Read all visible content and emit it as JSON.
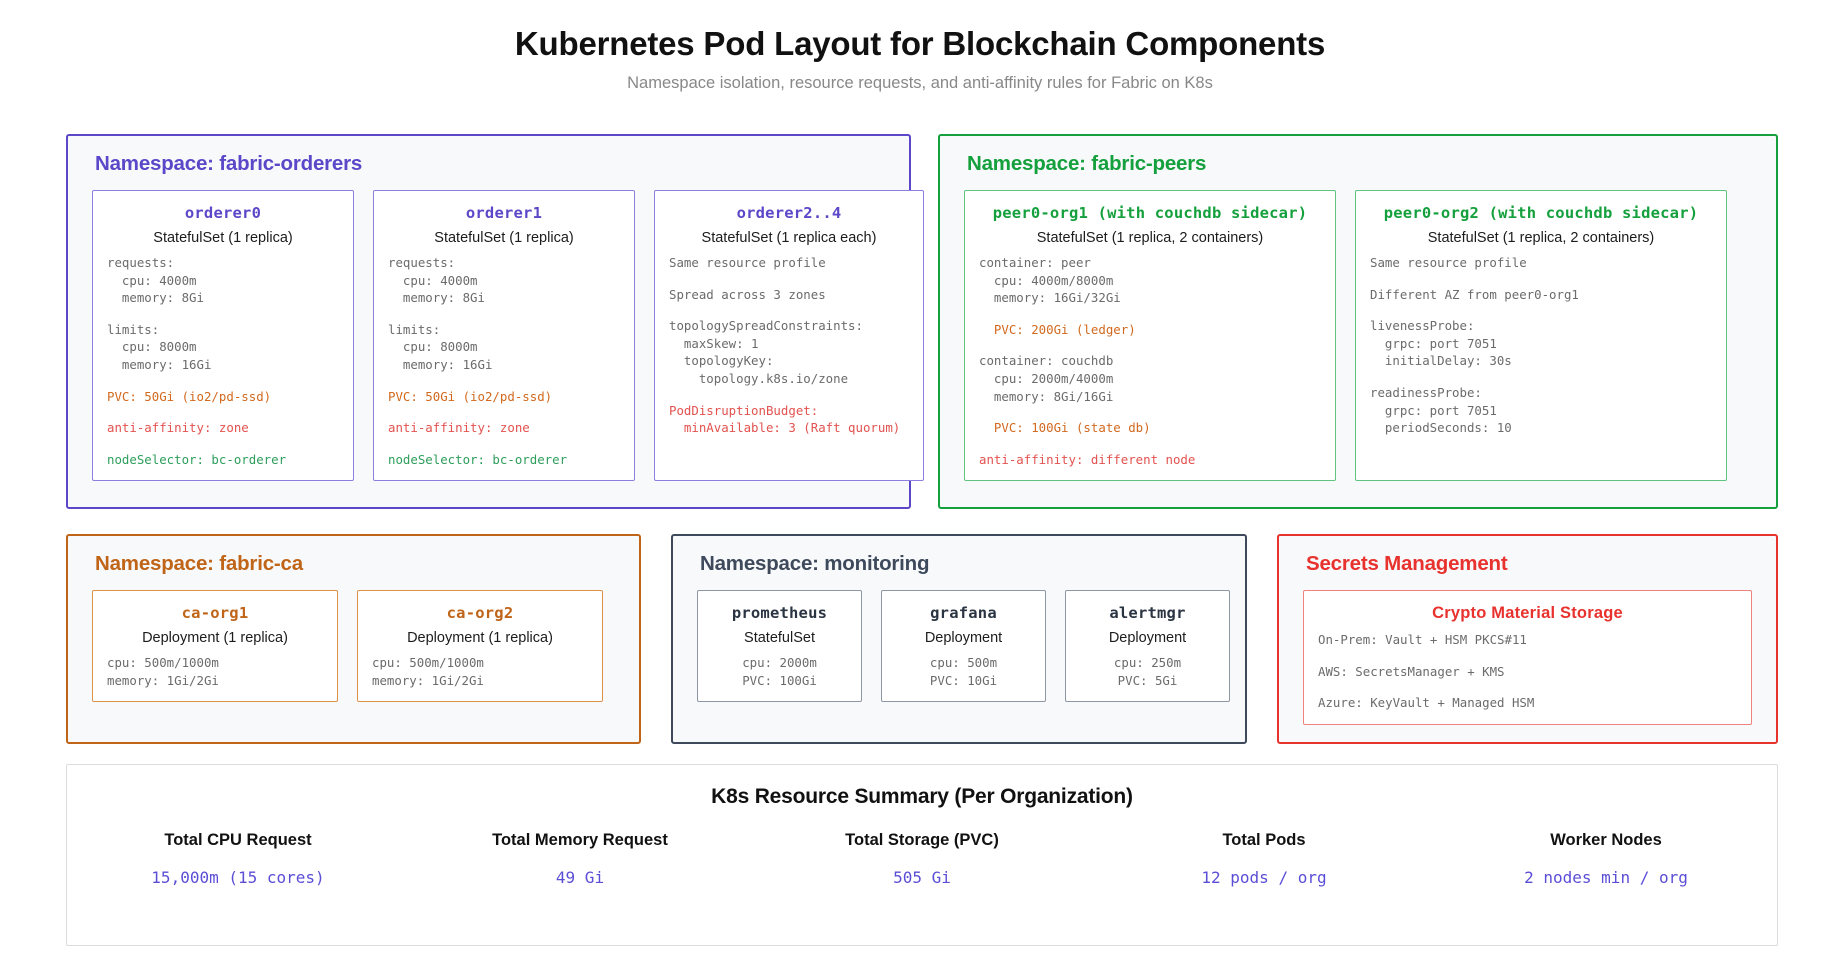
{
  "header": {
    "title": "Kubernetes Pod Layout for Blockchain Components",
    "subtitle": "Namespace isolation, resource requests, and anti-affinity rules for Fabric on K8s"
  },
  "colors": {
    "orderers": "#5b47c8",
    "peers": "#14a03c",
    "ca": "#c06418",
    "monitoring": "#3e4a5c",
    "secrets": "#e8322e",
    "pvc": "#d2691e",
    "anti_affinity": "#e2524f",
    "node_selector": "#2e9e5b",
    "summary_value": "#5b4ed6"
  },
  "namespaces": {
    "orderers": {
      "title": "Namespace: fabric-orderers",
      "cards": [
        {
          "title": "orderer0",
          "subtitle": "StatefulSet (1 replica)",
          "lines": [
            {
              "text": "requests:\n  cpu: 4000m\n  memory: 8Gi",
              "style": "plain"
            },
            {
              "text": "limits:\n  cpu: 8000m\n  memory: 16Gi",
              "style": "plain"
            },
            {
              "text": "PVC: 50Gi (io2/pd-ssd)",
              "style": "pvc"
            },
            {
              "text": "anti-affinity: zone",
              "style": "anti"
            },
            {
              "text": "nodeSelector: bc-orderer",
              "style": "node"
            }
          ]
        },
        {
          "title": "orderer1",
          "subtitle": "StatefulSet (1 replica)",
          "lines": [
            {
              "text": "requests:\n  cpu: 4000m\n  memory: 8Gi",
              "style": "plain"
            },
            {
              "text": "limits:\n  cpu: 8000m\n  memory: 16Gi",
              "style": "plain"
            },
            {
              "text": "PVC: 50Gi (io2/pd-ssd)",
              "style": "pvc"
            },
            {
              "text": "anti-affinity: zone",
              "style": "anti"
            },
            {
              "text": "nodeSelector: bc-orderer",
              "style": "node"
            }
          ]
        },
        {
          "title": "orderer2..4",
          "subtitle": "StatefulSet (1 replica each)",
          "lines": [
            {
              "text": "Same resource profile",
              "style": "plain"
            },
            {
              "text": "Spread across 3 zones",
              "style": "plain"
            },
            {
              "text": "topologySpreadConstraints:\n  maxSkew: 1\n  topologyKey:\n    topology.k8s.io/zone",
              "style": "plain"
            },
            {
              "text": "PodDisruptionBudget:\n  minAvailable: 3 (Raft quorum)",
              "style": "pdb"
            }
          ]
        }
      ]
    },
    "peers": {
      "title": "Namespace: fabric-peers",
      "cards": [
        {
          "title": "peer0-org1 (with couchdb sidecar)",
          "subtitle": "StatefulSet (1 replica, 2 containers)",
          "lines": [
            {
              "text": "container: peer\n  cpu: 4000m/8000m\n  memory: 16Gi/32Gi",
              "style": "plain"
            },
            {
              "text": "  PVC: 200Gi (ledger)",
              "style": "pvc"
            },
            {
              "text": "container: couchdb\n  cpu: 2000m/4000m\n  memory: 8Gi/16Gi",
              "style": "plain"
            },
            {
              "text": "  PVC: 100Gi (state db)",
              "style": "pvc"
            },
            {
              "text": "anti-affinity: different node",
              "style": "anti"
            }
          ]
        },
        {
          "title": "peer0-org2 (with couchdb sidecar)",
          "subtitle": "StatefulSet (1 replica, 2 containers)",
          "lines": [
            {
              "text": "Same resource profile",
              "style": "plain"
            },
            {
              "text": "Different AZ from peer0-org1",
              "style": "plain"
            },
            {
              "text": "livenessProbe:\n  grpc: port 7051\n  initialDelay: 30s",
              "style": "plain"
            },
            {
              "text": "readinessProbe:\n  grpc: port 7051\n  periodSeconds: 10",
              "style": "plain"
            }
          ]
        }
      ]
    },
    "ca": {
      "title": "Namespace: fabric-ca",
      "cards": [
        {
          "title": "ca-org1",
          "subtitle": "Deployment (1 replica)",
          "lines": [
            {
              "text": "cpu: 500m/1000m\nmemory: 1Gi/2Gi",
              "style": "plain"
            }
          ]
        },
        {
          "title": "ca-org2",
          "subtitle": "Deployment (1 replica)",
          "lines": [
            {
              "text": "cpu: 500m/1000m\nmemory: 1Gi/2Gi",
              "style": "plain"
            }
          ]
        }
      ]
    },
    "monitoring": {
      "title": "Namespace: monitoring",
      "cards": [
        {
          "title": "prometheus",
          "subtitle": "StatefulSet",
          "lines": [
            {
              "text": "cpu: 2000m\nPVC: 100Gi",
              "style": "plain"
            }
          ]
        },
        {
          "title": "grafana",
          "subtitle": "Deployment",
          "lines": [
            {
              "text": "cpu: 500m\nPVC: 10Gi",
              "style": "plain"
            }
          ]
        },
        {
          "title": "alertmgr",
          "subtitle": "Deployment",
          "lines": [
            {
              "text": "cpu: 250m\nPVC: 5Gi",
              "style": "plain"
            }
          ]
        }
      ]
    },
    "secrets": {
      "title": "Secrets Management",
      "cards": [
        {
          "title": "Crypto Material Storage",
          "subtitle": "",
          "lines": [
            {
              "text": "On-Prem: Vault + HSM PKCS#11",
              "style": "plain"
            },
            {
              "text": "AWS: SecretsManager + KMS",
              "style": "plain"
            },
            {
              "text": "Azure: KeyVault + Managed HSM",
              "style": "plain"
            }
          ]
        }
      ]
    }
  },
  "summary": {
    "title": "K8s Resource Summary (Per Organization)",
    "items": [
      {
        "label": "Total CPU Request",
        "value": "15,000m (15 cores)"
      },
      {
        "label": "Total Memory Request",
        "value": "49 Gi"
      },
      {
        "label": "Total Storage (PVC)",
        "value": "505 Gi"
      },
      {
        "label": "Total Pods",
        "value": "12 pods / org"
      },
      {
        "label": "Worker Nodes",
        "value": "2 nodes min / org"
      }
    ]
  }
}
